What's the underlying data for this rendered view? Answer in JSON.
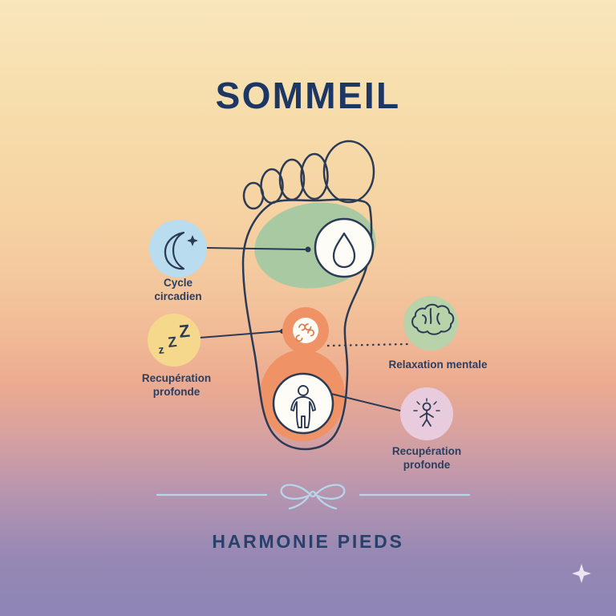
{
  "title": "SOMMEIL",
  "footer": {
    "brand": "HARMONIE PIEDS",
    "divider_icon": "ribbon-bow-icon"
  },
  "callouts": {
    "cycle_circadien": {
      "label": "Cycle\ncircadien",
      "icon": "moon-stars-icon",
      "circle_color": "#b9dcef"
    },
    "recuperation_profonde_left": {
      "label": "Recupération\nprofonde",
      "icon": "zzz-icon",
      "circle_color": "#f6d88d",
      "zzz": {
        "z1": "z",
        "z2": "Z",
        "z3": "Z"
      }
    },
    "relaxation_mentale": {
      "label": "Relaxation mentale",
      "icon": "brain-icon",
      "circle_color": "#b8d3a9"
    },
    "recuperation_profonde_right": {
      "label": "Recupération\nprofonde",
      "icon": "radiant-person-icon",
      "circle_color": "#e8cbdc"
    }
  },
  "foot_zones": [
    {
      "name": "ball-of-foot-zone",
      "color": "#a9c9a3",
      "icon": "water-drop-icon"
    },
    {
      "name": "midfoot-zone",
      "color": "#ef9265",
      "icon": "swirl-icon"
    },
    {
      "name": "heel-zone",
      "color": "#ef9265",
      "icon": "body-icon"
    }
  ],
  "colors": {
    "title_navy": "#1c3764",
    "line_navy": "#2b3a55",
    "divider_blue": "#b6d7ea",
    "background_top": "#f8e6bc",
    "background_middle": "#f2c39c",
    "background_bottom": "#8d85b6"
  }
}
